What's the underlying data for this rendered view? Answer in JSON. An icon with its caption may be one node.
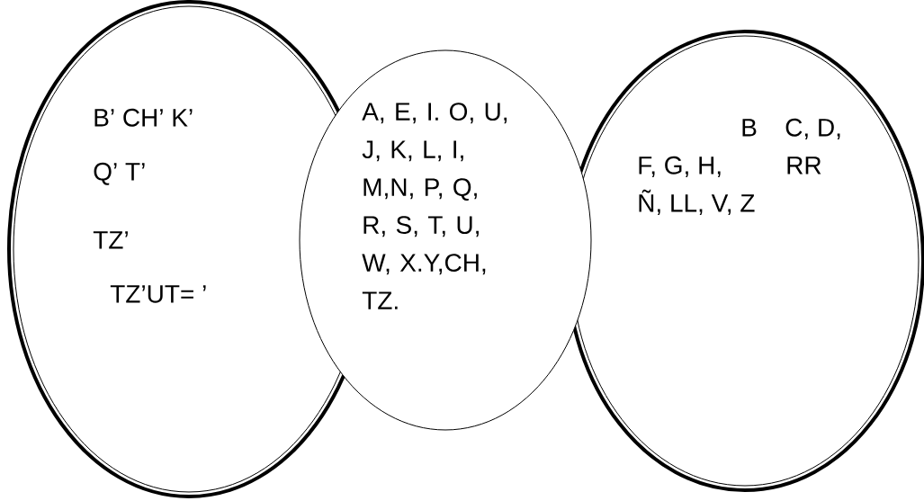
{
  "diagram": {
    "nodes": [
      {
        "text": [
          "B’ CH’ K’",
          "Q’ T’",
          "TZ’",
          "TZ’UT= ’"
        ]
      },
      {
        "text": [
          "A, E, I. O, U, J, K, L, I, M,N, P, Q, R, S, T, U, W, X.Y,CH, TZ."
        ]
      },
      {
        "text": [
          "B",
          "C, D,",
          "F, G, H,",
          "RR",
          "Ñ, LL, V, Z"
        ]
      }
    ]
  }
}
